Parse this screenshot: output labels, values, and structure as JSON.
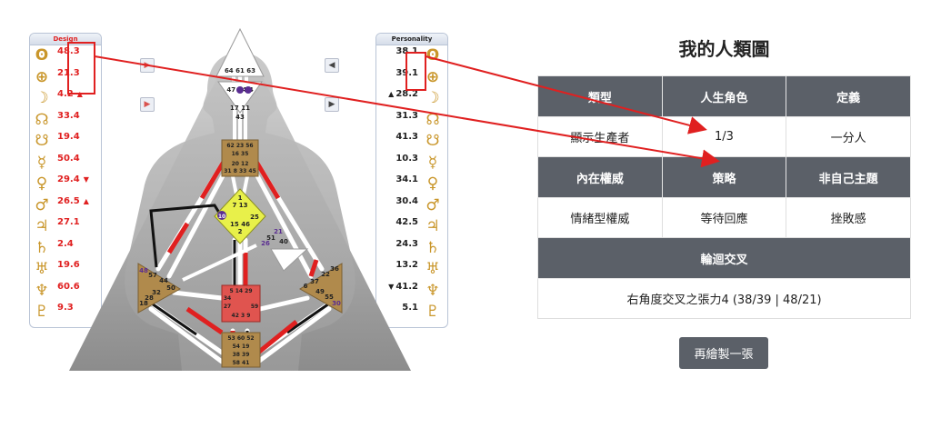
{
  "design": {
    "title": "Design",
    "rows": [
      {
        "glyph": "ʘ",
        "value": "48.3",
        "mark": ""
      },
      {
        "glyph": "⊕",
        "value": "21.3",
        "mark": ""
      },
      {
        "glyph": "☽",
        "value": "4.2",
        "mark": "▲"
      },
      {
        "glyph": "☊",
        "value": "33.4",
        "mark": ""
      },
      {
        "glyph": "☋",
        "value": "19.4",
        "mark": ""
      },
      {
        "glyph": "☿",
        "value": "50.4",
        "mark": ""
      },
      {
        "glyph": "♀",
        "value": "29.4",
        "mark": "▼"
      },
      {
        "glyph": "♂",
        "value": "26.5",
        "mark": "▲"
      },
      {
        "glyph": "♃",
        "value": "27.1",
        "mark": ""
      },
      {
        "glyph": "♄",
        "value": "2.4",
        "mark": ""
      },
      {
        "glyph": "♅",
        "value": "19.6",
        "mark": ""
      },
      {
        "glyph": "♆",
        "value": "60.6",
        "mark": ""
      },
      {
        "glyph": "♇",
        "value": "9.3",
        "mark": ""
      }
    ]
  },
  "personality": {
    "title": "Personality",
    "rows": [
      {
        "glyph": "ʘ",
        "value": "38.1",
        "mark": ""
      },
      {
        "glyph": "⊕",
        "value": "39.1",
        "mark": ""
      },
      {
        "glyph": "☽",
        "value": "28.2",
        "mark": "▲"
      },
      {
        "glyph": "☊",
        "value": "31.3",
        "mark": ""
      },
      {
        "glyph": "☋",
        "value": "41.3",
        "mark": ""
      },
      {
        "glyph": "☿",
        "value": "10.3",
        "mark": ""
      },
      {
        "glyph": "♀",
        "value": "34.1",
        "mark": ""
      },
      {
        "glyph": "♂",
        "value": "30.4",
        "mark": ""
      },
      {
        "glyph": "♃",
        "value": "42.5",
        "mark": ""
      },
      {
        "glyph": "♄",
        "value": "24.3",
        "mark": ""
      },
      {
        "glyph": "♅",
        "value": "13.2",
        "mark": ""
      },
      {
        "glyph": "♆",
        "value": "41.2",
        "mark": "▼"
      },
      {
        "glyph": "♇",
        "value": "5.1",
        "mark": ""
      }
    ]
  },
  "colors": {
    "design_red": "#e02020",
    "glyph_gold": "#c9962a",
    "header_gray": "#5b6068",
    "arrow_red": "#e02020",
    "center_tan": "#b08a4c",
    "g_center_yellow": "#e8f04a",
    "sacral_red": "#e0544f"
  },
  "gates": {
    "head": "64 61 63",
    "ajna": "47 24 4",
    "throat_top": "17 11",
    "throat_mid": "43",
    "throat": [
      "62 23 56",
      "16 35",
      "20 12",
      "31 8 33 45"
    ],
    "g": [
      "1",
      "7 13",
      "10",
      "15 46",
      "2",
      "25"
    ],
    "heart": [
      "21",
      "51",
      "26",
      "40"
    ],
    "spleen": [
      "48",
      "57",
      "44",
      "50",
      "32",
      "28",
      "18"
    ],
    "sacral": [
      "5 14 29",
      "34",
      "27",
      "59",
      "42 3 9"
    ],
    "solar": [
      "36",
      "22",
      "37",
      "6",
      "49",
      "55",
      "30"
    ],
    "root": [
      "53 60 52",
      "54 19",
      "38 39",
      "58 41"
    ]
  },
  "result": {
    "title": "我的人類圖",
    "headers1": [
      "類型",
      "人生角色",
      "定義"
    ],
    "values1": [
      "顯示生產者",
      "1/3",
      "一分人"
    ],
    "headers2": [
      "內在權威",
      "策略",
      "非自己主題"
    ],
    "values2": [
      "情緒型權威",
      "等待回應",
      "挫敗感"
    ],
    "cross_header": "輪迴交叉",
    "cross_value": "右角度交叉之張力4 (38/39 | 48/21)",
    "redraw_label": "再繪製一張"
  },
  "icons": {
    "arrow_left": "◀",
    "arrow_right": "▶"
  }
}
